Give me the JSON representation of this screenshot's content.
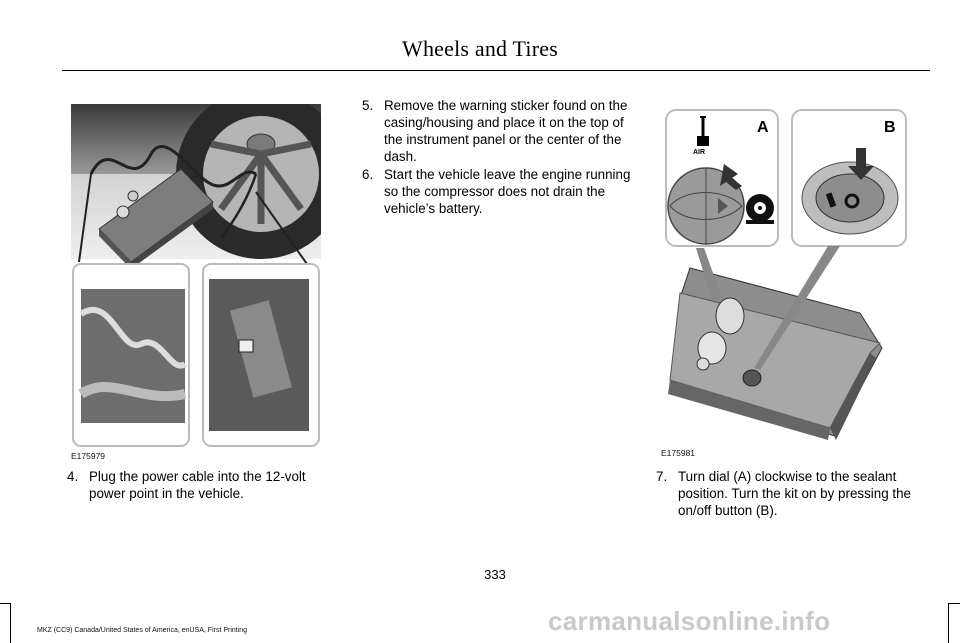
{
  "header": {
    "title": "Wheels and Tires"
  },
  "figures": {
    "left": {
      "code": "E175979"
    },
    "right": {
      "code": "E175981",
      "label_a": "A",
      "label_b": "B",
      "air_label": "AIR"
    }
  },
  "steps": [
    {
      "number": "4.",
      "text": "Plug the power cable into the 12-volt power point in the vehicle."
    },
    {
      "number": "5.",
      "text": "Remove the warning sticker found on the casing/housing and place it on the top of the instrument panel or the center of the dash."
    },
    {
      "number": "6.",
      "text": "Start the vehicle leave the engine running so the compressor does not drain the vehicle’s battery."
    },
    {
      "number": "7.",
      "text": "Turn dial (A) clockwise to the sealant position. Turn the kit on by pressing the on/off button (B)."
    }
  ],
  "page_number": "333",
  "footer": "MKZ (CC9) Canada/United States of America, enUSA, First Printing",
  "watermark": "carmanualsonline.info"
}
